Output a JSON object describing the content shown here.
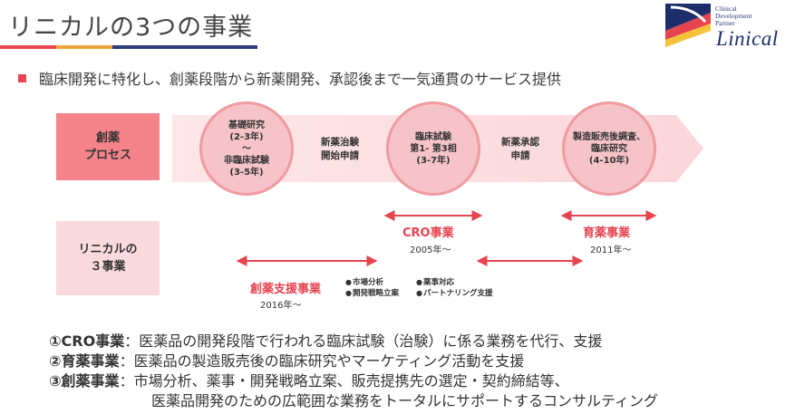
{
  "header": {
    "title": "リニカルの3つの事業"
  },
  "logo": {
    "small_lines": "Clinical\nDevelopment\nPartner",
    "name": "Linical"
  },
  "intro": {
    "text": "臨床開発に特化し、創薬段階から新薬開発、承認後まで一気通貫のサービス提供"
  },
  "row_labels": {
    "process": "創薬\nプロセス",
    "business": "リニカルの\n３事業"
  },
  "stages": [
    {
      "label": "基礎研究\n(2-3年)\n～\n非臨床試験\n(3-5年)"
    },
    {
      "label": "臨床試験\n第1- 第3相\n(3-7年)"
    },
    {
      "label": "製造販売後調査、\n臨床研究\n(4-10年)"
    }
  ],
  "milestones": [
    {
      "label": "新薬治験\n開始申請"
    },
    {
      "label": "新薬承認\n申請"
    }
  ],
  "businesses": {
    "cro": {
      "name": "CRO事業",
      "year": "2005年～"
    },
    "ikuyaku": {
      "name": "育薬事業",
      "year": "2011年～"
    },
    "soyaku": {
      "name": "創薬支援事業",
      "year": "2016年～",
      "services_a": [
        "市場分析",
        "開発戦略立案"
      ],
      "services_b": [
        "薬事対応",
        "パートナリング支援"
      ]
    }
  },
  "descriptions": [
    {
      "label": "①CRO事業",
      "text": "：医薬品の開発段階で行われる臨床試験（治験）に係る業務を代行、支援"
    },
    {
      "label": "②育薬事業",
      "text": "：医薬品の製造販売後の臨床研究やマーケティング活動を支援"
    },
    {
      "label": "③創薬事業",
      "text": "：市場分析、薬事・開発戦略立案、販売提携先の選定・契約締結等、"
    },
    {
      "label": "",
      "text": "医薬品開発のための広範囲な業務をトータルにサポートするコンサルティング"
    }
  ],
  "colors": {
    "accent_red": "#e6444f",
    "label_pink": "#f4848a",
    "label_light": "#fadadd",
    "circle_fill": "#f6c4c8",
    "navy": "#2d3d7c",
    "orange": "#f0a53a"
  }
}
